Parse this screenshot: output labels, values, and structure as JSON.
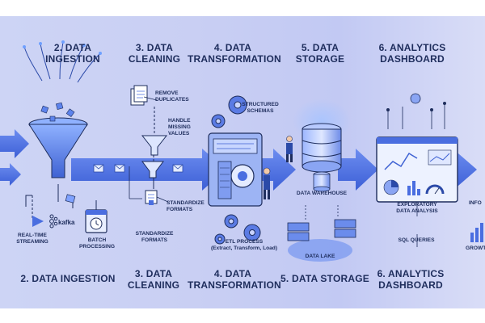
{
  "top_headers": [
    "2. DATA\nINGESTION",
    "3. DATA\nCLEANING",
    "4. DATA\nTRANSFORMATION",
    "5. DATA\nSTORAGE",
    "6. ANALYTICS\nDASHBOARD"
  ],
  "bottom_headers": [
    "2. DATA INGESTION",
    "3. DATA\nCLEANING",
    "4. DATA\nTRANSFORMATION",
    "5. DATA STORAGE",
    "6. ANALYTICS\nDASHBOARD"
  ],
  "ingestion": {
    "kafka": "kafka",
    "realtime": "REAL-TIME\nSTREAMING",
    "batch": "BATCH\nPROCESSING"
  },
  "cleaning": {
    "remove_dup": "REMOVE\nDUPLICATES",
    "handle_missing": "HANDLE\nMISSING\nVALUES",
    "standardize_1": "STANDARDIZE\nFORMATS",
    "standardize_2": "STANDARDIZE\nFORMATS"
  },
  "transformation": {
    "structured": "STRUCTURED\nSCHEMAS",
    "etl": "ETL PROCESS\n(Extract, Transform, Load)"
  },
  "storage": {
    "warehouse": "DATA WAREHOUSE",
    "lake": "DATA LAKE"
  },
  "analytics": {
    "exploratory": "EXPLORATORY\nDATA ANALYSIS",
    "sql": "SQL QUERIES",
    "info_partial": "INFO",
    "growth_partial": "GROWT"
  },
  "colors": {
    "arrow": "#4a6ee0",
    "navy": "#1e2d5c",
    "accent": "#6fa0ff"
  }
}
